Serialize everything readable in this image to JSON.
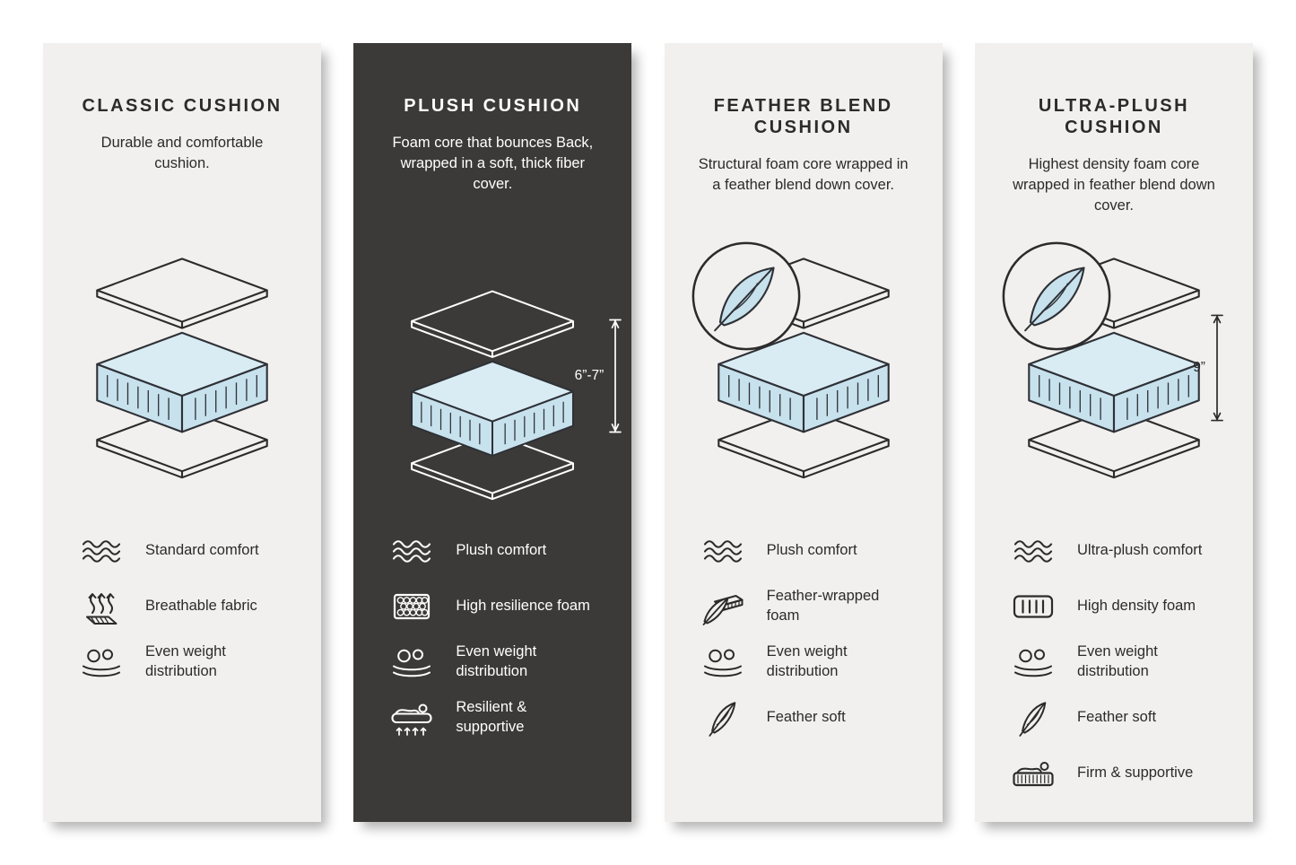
{
  "colors": {
    "page_background": "#ffffff",
    "card_light": "#f1f0ee",
    "card_dark": "#3b3a38",
    "foam_blue": "#c7e1ed",
    "line_dark": "#2b2b2b",
    "line_light": "#ffffff"
  },
  "cards": [
    {
      "id": "classic-cushion",
      "theme": "light",
      "title": "CLASSIC CUSHION",
      "description": "Durable and comfortable cushion.",
      "features": [
        {
          "icon": "waves-icon",
          "label": "Standard comfort"
        },
        {
          "icon": "breathable-fabric-icon",
          "label": "Breathable fabric"
        },
        {
          "icon": "weight-distribution-icon",
          "label": "Even weight distribution"
        }
      ]
    },
    {
      "id": "plush-cushion",
      "theme": "dark",
      "title": "PLUSH CUSHION",
      "description": "Foam core that bounces Back, wrapped in a soft, thick fiber cover.",
      "dimension": "6”-7”",
      "features": [
        {
          "icon": "waves-icon",
          "label": "Plush comfort"
        },
        {
          "icon": "foam-cells-icon",
          "label": "High resilience foam"
        },
        {
          "icon": "weight-distribution-icon",
          "label": "Even weight distribution"
        },
        {
          "icon": "resilient-supportive-icon",
          "label": "Resilient & supportive"
        }
      ]
    },
    {
      "id": "feather-blend-cushion",
      "theme": "light",
      "title": "FEATHER BLEND CUSHION",
      "description": "Structural foam core wrapped in a feather blend down cover.",
      "feather_badge": true,
      "features": [
        {
          "icon": "waves-icon",
          "label": "Plush comfort"
        },
        {
          "icon": "feather-wrapped-foam-icon",
          "label": "Feather-wrapped foam"
        },
        {
          "icon": "weight-distribution-icon",
          "label": "Even weight distribution"
        },
        {
          "icon": "feather-icon",
          "label": "Feather soft"
        }
      ]
    },
    {
      "id": "ultra-plush-cushion",
      "theme": "light",
      "title": "ULTRA-PLUSH CUSHION",
      "description": "Highest density foam core wrapped in feather blend down cover.",
      "feather_badge": true,
      "dimension": "9”",
      "features": [
        {
          "icon": "waves-icon",
          "label": "Ultra-plush comfort"
        },
        {
          "icon": "high-density-foam-icon",
          "label": "High density foam"
        },
        {
          "icon": "weight-distribution-icon",
          "label": "Even weight distribution"
        },
        {
          "icon": "feather-icon",
          "label": "Feather soft"
        },
        {
          "icon": "firm-supportive-icon",
          "label": "Firm & supportive"
        }
      ]
    }
  ]
}
